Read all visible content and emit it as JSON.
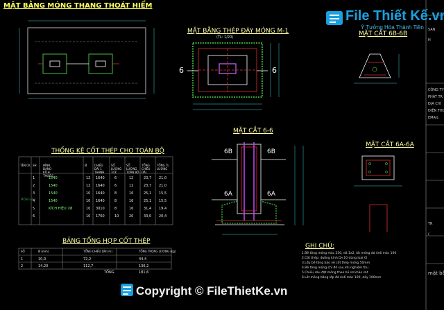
{
  "drawing": {
    "title_plan": "MẶT BẰNG MÓNG THANG THOÁT HIỂM",
    "title_rebar_plan": "MẶT BẰNG THÉP ĐÁY MÓNG M-1",
    "title_rebar_plan_scale": "(TL: 1/20)",
    "title_section_66": "MẶT CẮT 6-6",
    "title_section_6b": "MẶT CẮT 6B-6B",
    "title_section_6a": "MẶT CẮT 6A-6A",
    "title_stats": "THỐNG KÊ CỐT THÉP CHO TOÀN BỘ",
    "title_summary": "BẢNG TỔNG HỢP CỐT THÉP",
    "title_notes": "GHI CHÚ:",
    "section_marks": [
      "6",
      "6",
      "6B",
      "6B",
      "6A",
      "6A"
    ],
    "notes": [
      "1.Bê tông móng mác 250, đá 1x2, lót móng đá 4x6 mác 100",
      "2.Cốt thép: đường kính D<10 dùng loại CI",
      "3.Lớp bê tông bảo vệ cốt thép móng 50mm",
      "4.Bê tông móng chỉ đổ sau khi nghiệm thu",
      "5.Chiều sâu đặt móng theo hồ sơ khảo sát",
      "6.Lót móng bằng lớp đá 4x6 mác 100, dày 100mm"
    ]
  },
  "stats_table": {
    "headers": [
      "TÊN CK",
      "SH",
      "HÌNH DẠNG-KÍCH THƯỚC",
      "Ø",
      "CHIỀU DÀI 1 THANH",
      "SỐ LƯỢNG 1CK",
      "SỐ LƯỢNG TOÀN BỘ",
      "TỔNG CHIỀU DÀI",
      "TỔNG TL LƯỢNG"
    ],
    "group_label": "MÓNG M-1",
    "rows": [
      [
        "1",
        "1540",
        "12",
        "1640",
        "6",
        "12",
        "23,7",
        "21,0"
      ],
      [
        "2",
        "1540",
        "12",
        "1640",
        "6",
        "12",
        "23,7",
        "21,0"
      ],
      [
        "3",
        "1540",
        "10",
        "1640",
        "8",
        "16",
        "25,1",
        "15,5"
      ],
      [
        "4",
        "1540",
        "10",
        "1640",
        "8",
        "16",
        "25,1",
        "15,5"
      ],
      [
        "5",
        "KÍCH HIỆU 7Ø",
        "10",
        "3010",
        "8",
        "16",
        "31,4",
        "19,4"
      ],
      [
        "6",
        "",
        "10",
        "1760",
        "10",
        "20",
        "33,0",
        "20,4"
      ]
    ]
  },
  "summary_table": {
    "headers": [
      "SỐ",
      "Ø (mm)",
      "TỔNG CHIỀU DÀI (m)",
      "TỔNG TRỌNG LƯỢNG (kg)"
    ],
    "rows": [
      [
        "1",
        "10,0",
        "72,2",
        "44,4"
      ],
      [
        "2",
        "14,20",
        "112,7",
        "136,2"
      ]
    ],
    "total_label": "TỔNG",
    "total_value": "181,6"
  },
  "title_block": {
    "items": [
      "SAN",
      "H",
      "CÔNG TY CỔ PHẦN",
      "PHÁT TR",
      "ĐỊA CHỈ",
      "ĐIỆN THOẠI",
      "EMAIL",
      "TR",
      "(",
      "mặt bằng móng t"
    ]
  },
  "watermark": {
    "logo_text": "File Thiết Kế.vn",
    "logo_sub": "Ý Tưởng Hóa Thành Tiền",
    "copyright": "Copyright © FileThietKe.vn"
  },
  "colors": {
    "background": "#000000",
    "title_yellow": "#ffff66",
    "hatch_green": "#3a9a3a",
    "rebar_red": "#e03030",
    "dim_cyan": "#40d0d0",
    "brand_blue": "#1aa0e0"
  }
}
